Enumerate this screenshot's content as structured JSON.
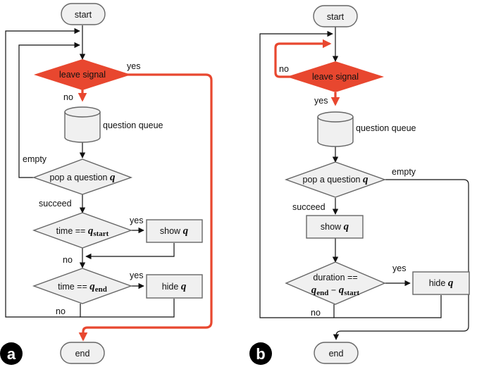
{
  "colors": {
    "accent": "#e8472f",
    "node_fill": "#f0f0f0",
    "node_stroke": "#666666",
    "line": "#111111"
  },
  "panel_a": {
    "badge": "a",
    "start": "start",
    "end": "end",
    "leave_signal": "leave signal",
    "yes_top": "yes",
    "no_down": "no",
    "question_queue": "question queue",
    "empty": "empty",
    "pop_prefix": "pop a question",
    "pop_var": "q",
    "succeed": "succeed",
    "time_eq": "time ==",
    "q_var": "q",
    "start_sub": "start",
    "end_sub": "end",
    "yes_start": "yes",
    "show_prefix": "show",
    "show_var": "q",
    "no_mid": "no",
    "yes_end": "yes",
    "hide_prefix": "hide",
    "hide_var": "q",
    "no_bottom": "no"
  },
  "panel_b": {
    "badge": "b",
    "start": "start",
    "end": "end",
    "no_loop": "no",
    "leave_signal": "leave signal",
    "yes_down": "yes",
    "question_queue": "question queue",
    "pop_prefix": "pop a question",
    "pop_var": "q",
    "empty": "empty",
    "succeed": "succeed",
    "show_prefix": "show",
    "show_var": "q",
    "duration_eq": "duration ==",
    "q_var": "q",
    "end_sub": "end",
    "minus": "−",
    "start_sub": "start",
    "yes_duration": "yes",
    "hide_prefix": "hide",
    "hide_var": "q",
    "no_bottom": "no"
  }
}
